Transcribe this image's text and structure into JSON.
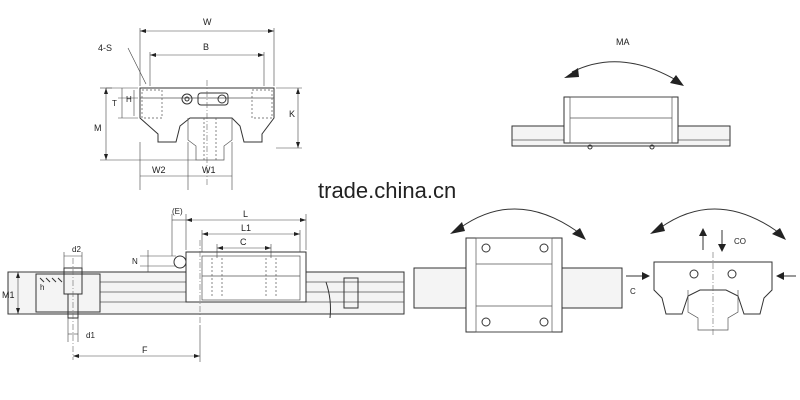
{
  "top_view": {
    "w": "W",
    "b": "B",
    "holes": "4-S",
    "t": "T",
    "h1": "H",
    "m": "M",
    "k": "K",
    "w2": "W2",
    "w1": "W1"
  },
  "side_view": {
    "e": "(E)",
    "l": "L",
    "l1": "L1",
    "c": "C",
    "n": "N",
    "d2": "d2",
    "h": "h",
    "m1": "M1",
    "d1": "d1",
    "f": "F"
  },
  "moments": {
    "ma": "MA",
    "co": "CO",
    "c": "C"
  },
  "watermark": "trade.china.cn"
}
